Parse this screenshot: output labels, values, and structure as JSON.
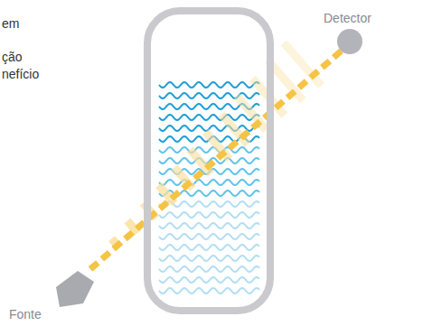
{
  "diagram": {
    "labels": [
      "em",
      "ção",
      "nefício",
      "Detector",
      "Fonte"
    ]
  }
}
